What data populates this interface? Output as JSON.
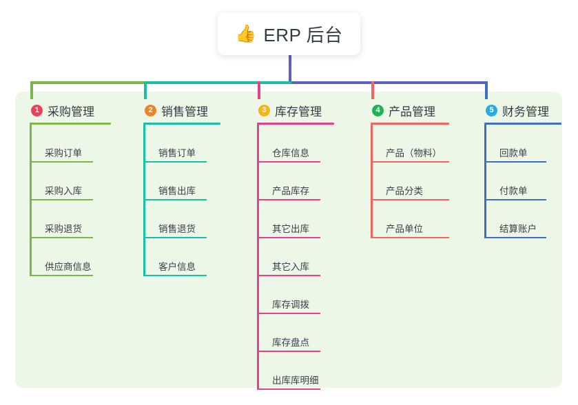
{
  "root": {
    "icon": "thumbs-up-icon",
    "icon_glyph": "👍",
    "title": "ERP 后台"
  },
  "panel": {
    "background": "#edf7e7"
  },
  "connector": {
    "stem_color": "#5b62c4",
    "segments": [
      {
        "color": "#7ab648"
      },
      {
        "color": "#19bfa5"
      },
      {
        "color": "#5b62c4"
      }
    ]
  },
  "columns": [
    {
      "number": "1",
      "title": "采购管理",
      "badge_color": "#ef4056",
      "line_color": "#7ab648",
      "drop_color": "#7ab648",
      "items": [
        {
          "label": "采购订单"
        },
        {
          "label": "采购入库"
        },
        {
          "label": "采购退货"
        },
        {
          "label": "供应商信息"
        }
      ]
    },
    {
      "number": "2",
      "title": "销售管理",
      "badge_color": "#f58220",
      "line_color": "#19bfa5",
      "drop_color": "#19bfa5",
      "items": [
        {
          "label": "销售订单"
        },
        {
          "label": "销售出库"
        },
        {
          "label": "销售退货"
        },
        {
          "label": "客户信息"
        }
      ]
    },
    {
      "number": "3",
      "title": "库存管理",
      "badge_color": "#f5b518",
      "line_color": "#e8408f",
      "drop_color": "#e8408f",
      "items": [
        {
          "label": "仓库信息"
        },
        {
          "label": "产品库存"
        },
        {
          "label": "其它出库"
        },
        {
          "label": "其它入库"
        },
        {
          "label": "库存调拨"
        },
        {
          "label": "库存盘点"
        },
        {
          "label": "出库库明细"
        }
      ]
    },
    {
      "number": "4",
      "title": "产品管理",
      "badge_color": "#20b256",
      "line_color": "#f4645f",
      "drop_color": "#f4645f",
      "items": [
        {
          "label": "产品（物料）"
        },
        {
          "label": "产品分类"
        },
        {
          "label": "产品单位"
        }
      ]
    },
    {
      "number": "5",
      "title": "财务管理",
      "badge_color": "#29abe2",
      "line_color": "#3f6fc4",
      "drop_color": "#3f6fc4",
      "items": [
        {
          "label": "回款单"
        },
        {
          "label": "付款单"
        },
        {
          "label": "结算账户"
        }
      ]
    }
  ]
}
